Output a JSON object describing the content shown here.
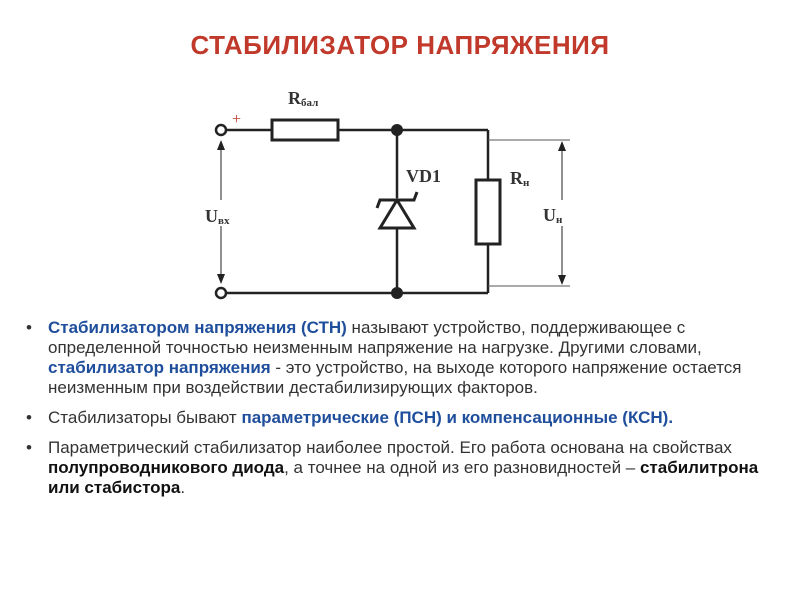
{
  "title": "СТАБИЛИЗАТОР НАПРЯЖЕНИЯ",
  "diagram": {
    "plus_sign": "+",
    "r_bal_main": "R",
    "r_bal_sub": "бал",
    "vd1": "VD1",
    "r_n_main": "R",
    "r_n_sub": "н",
    "u_in_main": "U",
    "u_in_sub": "вх",
    "u_out_main": "U",
    "u_out_sub": "н"
  },
  "bullets": [
    {
      "t1": "Стабилизатором напряжения (СТН)",
      "t2": " называют устройство, поддерживающее с определенной точностью неизменным напряжение на нагрузке. Другими словами, ",
      "t3": "стабилизатор напряжения",
      "t4": " - это устройство, на выходе которого напряжение остается неизменным при воздействии дестабилизирующих факторов."
    },
    {
      "t1": "Стабилизаторы бывают ",
      "t2": "параметрические (ПСН) и компенсационные (КСН)."
    },
    {
      "t1": "Параметрический стабилизатор наиболее простой. Его работа основана на свойствах ",
      "t2": "полупроводникового диода",
      "t3": ", а точнее на одной из его разновидностей – ",
      "t4": "стабилитрона или стабистора",
      "t5": "."
    }
  ],
  "colors": {
    "title": "#c0392b",
    "highlight": "#1f4e9c",
    "wire": "#222222"
  }
}
